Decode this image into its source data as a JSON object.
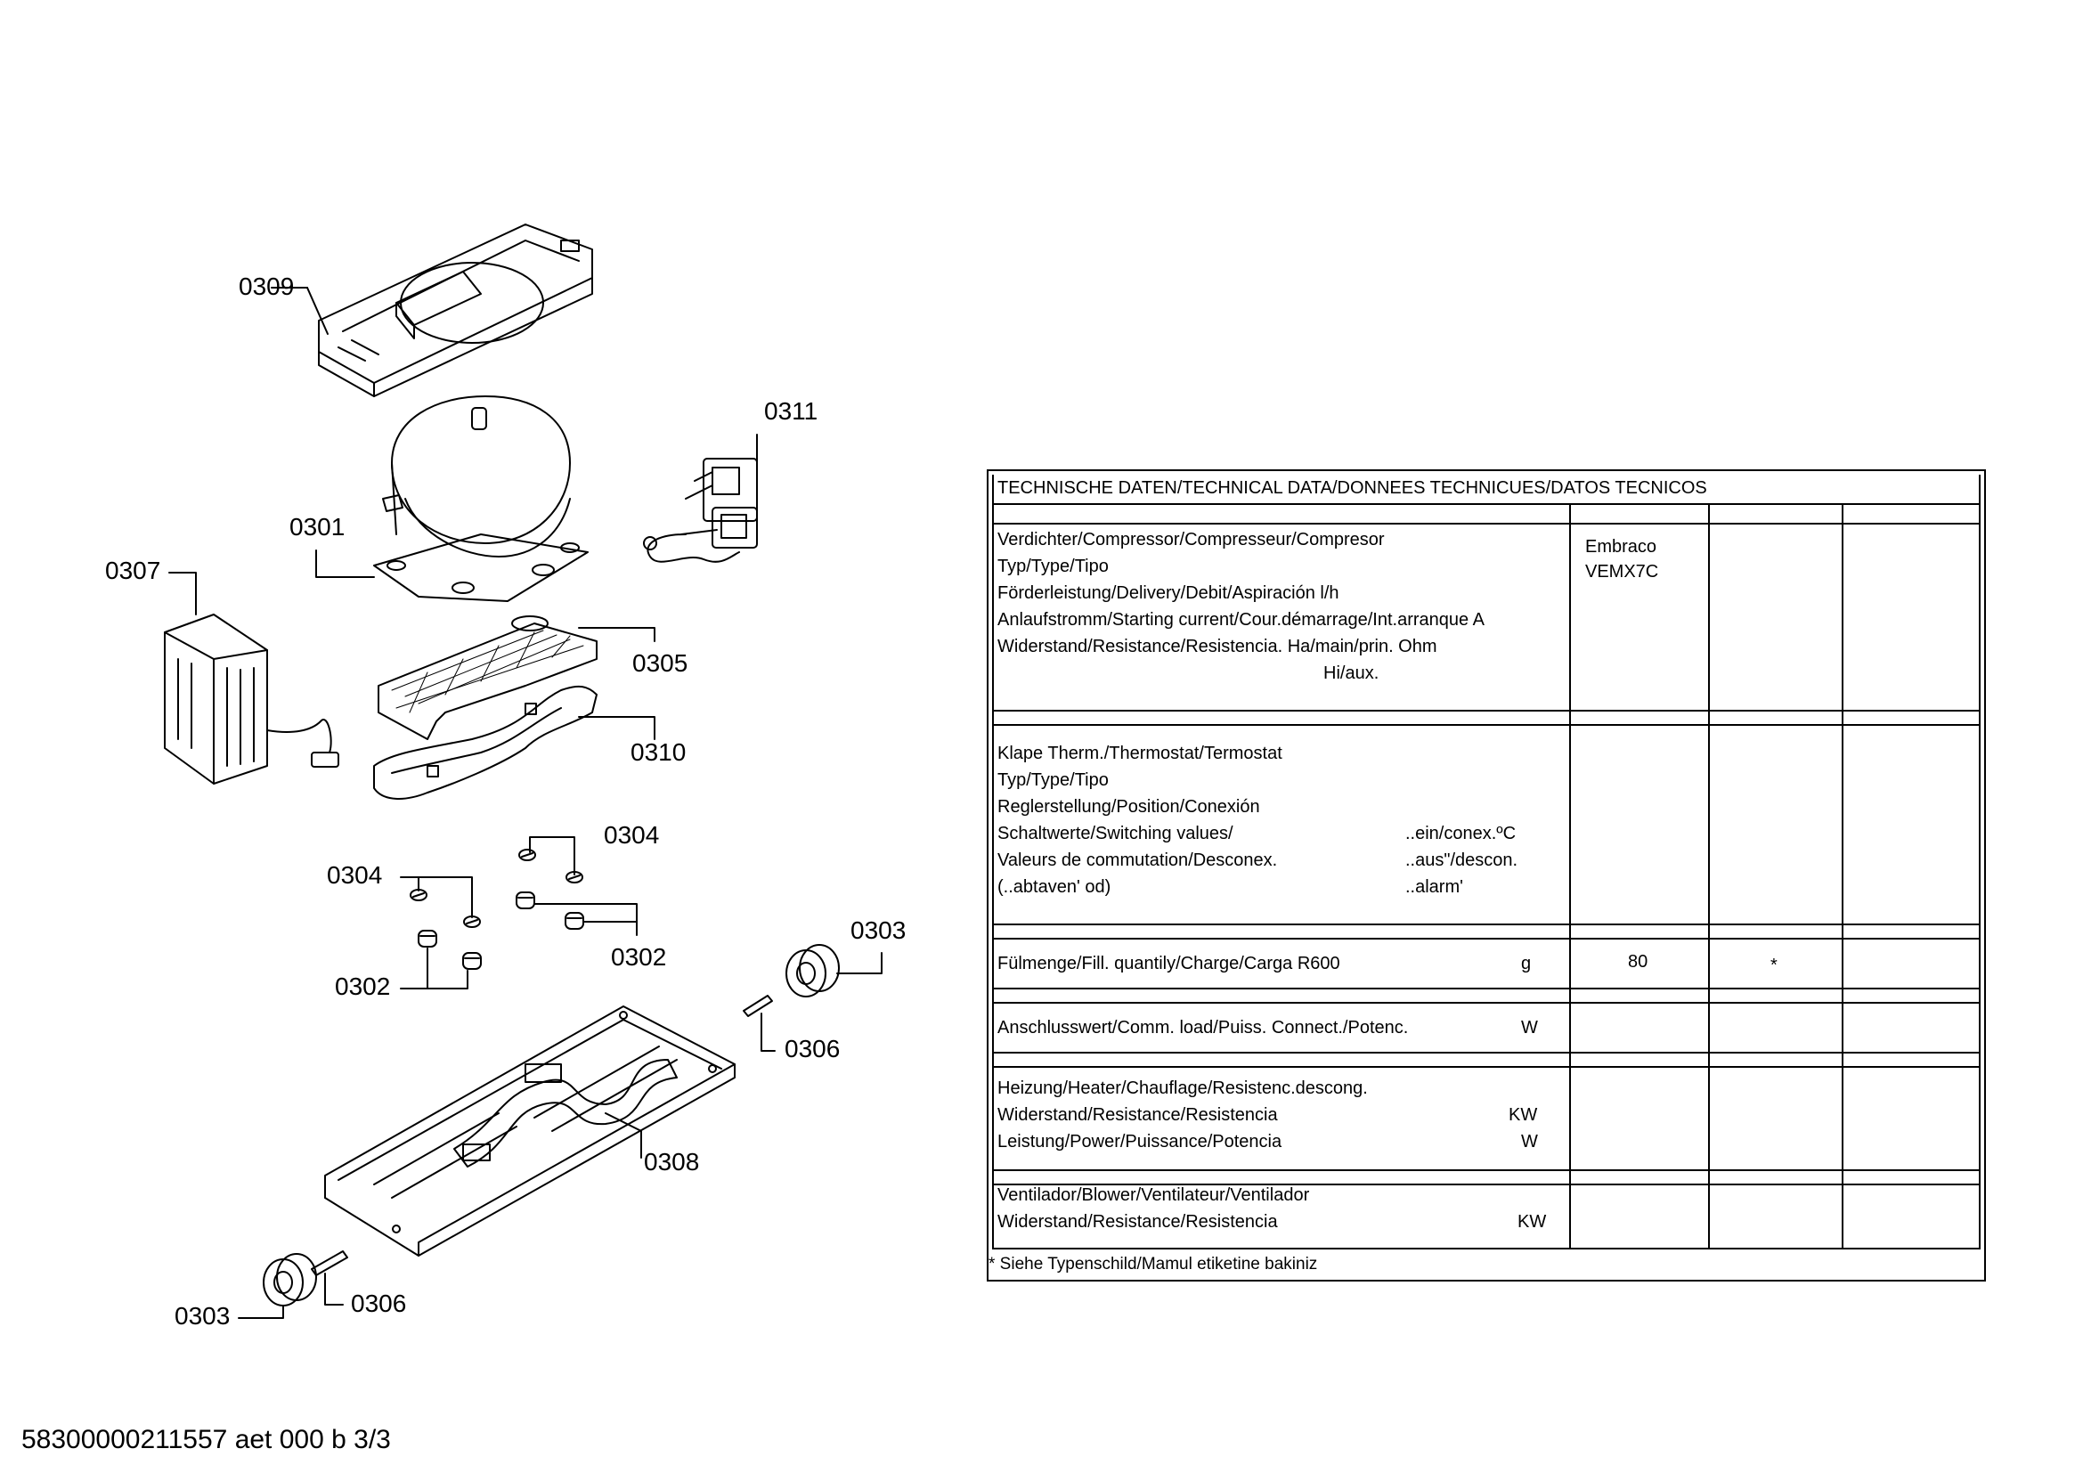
{
  "diagram": {
    "labels": {
      "p0309": "0309",
      "p0311": "0311",
      "p0301": "0301",
      "p0307": "0307",
      "p0305": "0305",
      "p0310": "0310",
      "p0304a": "0304",
      "p0304b": "0304",
      "p0302a": "0302",
      "p0302b": "0302",
      "p0303a": "0303",
      "p0303b": "0303",
      "p0306a": "0306",
      "p0306b": "0306",
      "p0308": "0308"
    },
    "footer": "58300000211557 aet 000 b 3/3"
  },
  "tech_table": {
    "title": "TECHNISCHE DATEN/TECHNICAL DATA/DONNEES TECHNICUES/DATOS TECNICOS",
    "compressor": {
      "lines": [
        "Verdichter/Compressor/Compresseur/Compresor",
        "Typ/Type/Tipo",
        "Förderleistung/Delivery/Debit/Aspiración l/h",
        "Anlaufstromm/Starting current/Cour.démarrage/Int.arranque   A",
        "Widerstand/Resistance/Resistencia. Ha/main/prin. Ohm",
        "Hi/aux."
      ],
      "value1": "Embraco",
      "value2": "VEMX7C"
    },
    "thermostat": {
      "lines": [
        "Klape Therm./Thermostat/Termostat",
        "Typ/Type/Tipo",
        "Reglerstellung/Position/Conexión",
        "Schaltwerte/Switching values/",
        "Valeurs de commutation/Desconex.",
        "(..abtaven' od)"
      ],
      "right": [
        "..ein/conex.ºC",
        "..aus\"/descon.",
        "..alarm'"
      ]
    },
    "charge": {
      "label": "Fülmenge/Fill. quantily/Charge/Carga   R600",
      "unit": "g",
      "value": "80",
      "mark": "*"
    },
    "connection": {
      "label": "Anschlusswert/Comm. load/Puiss. Connect./Potenc.",
      "unit": "W"
    },
    "heater": {
      "lines": [
        "Heizung/Heater/Chauflage/Resistenc.descong.",
        "Widerstand/Resistance/Resistencia",
        "Leistung/Power/Puissance/Potencia"
      ],
      "unit1": "KW",
      "unit2": "W"
    },
    "fan": {
      "lines": [
        "Ventilador/Blower/Ventilateur/Ventilador",
        "Widerstand/Resistance/Resistencia"
      ],
      "unit": "KW"
    },
    "note": "* Siehe Typenschild/Mamul etiketine bakiniz"
  }
}
